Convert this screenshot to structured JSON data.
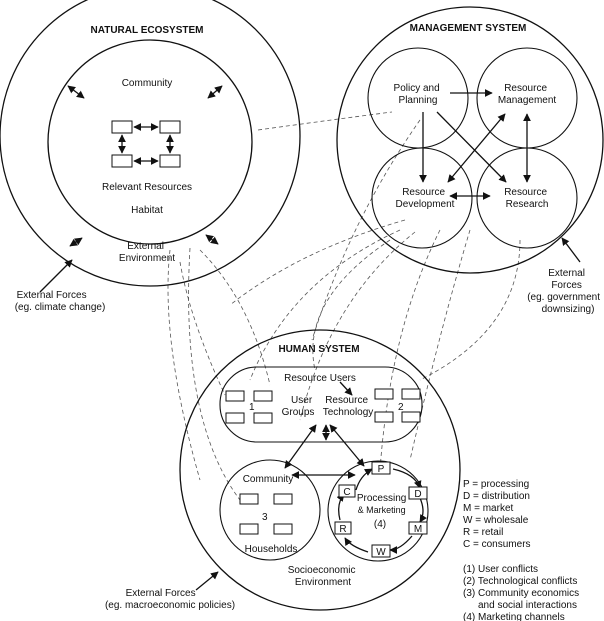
{
  "natural": {
    "title": "NATURAL ECOSYSTEM",
    "community": "Community",
    "resources": "Relevant Resources",
    "habitat": "Habitat",
    "external_env": [
      "External",
      "Environment"
    ]
  },
  "management": {
    "title": "MANAGEMENT SYSTEM",
    "policy": [
      "Policy and",
      "Planning"
    ],
    "res_mgmt": [
      "Resource",
      "Management"
    ],
    "res_dev": [
      "Resource",
      "Development"
    ],
    "res_research": [
      "Resource",
      "Research"
    ]
  },
  "human": {
    "title": "HUMAN SYSTEM",
    "resource_users": "Resource Users",
    "num1": "1",
    "num2": "2",
    "user_groups": [
      "User",
      "Groups"
    ],
    "res_tech": [
      "Resource",
      "Technology"
    ],
    "community": "Community",
    "num3": "3",
    "households": "Households",
    "processing": [
      "Processing",
      "& Marketing",
      "(4)"
    ],
    "socio": [
      "Socioeconomic",
      "Environment"
    ],
    "nodes": {
      "p": "P",
      "d": "D",
      "m": "M",
      "w": "W",
      "r": "R",
      "c": "C"
    }
  },
  "external_forces": {
    "climate": [
      "External Forces",
      "(eg. climate change)"
    ],
    "government": [
      "External",
      "Forces",
      "(eg. government",
      "downsizing)"
    ],
    "macro": [
      "External Forces",
      "(eg. macroeconomic policies)"
    ]
  },
  "legend": [
    "P = processing",
    "D = distribution",
    "M = market",
    "W = wholesale",
    "R =  retail",
    "C = consumers"
  ],
  "conflicts": [
    "(1) User conflicts",
    "(2) Technological conflicts",
    "(3) Community economics",
    "and social interactions",
    "(4) Marketing channels"
  ]
}
